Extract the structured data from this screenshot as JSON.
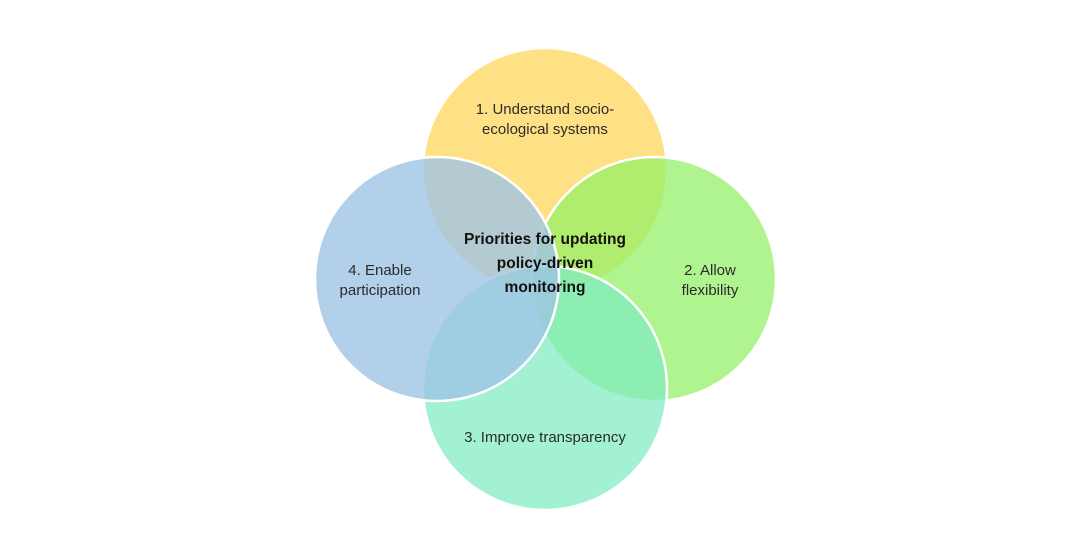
{
  "diagram": {
    "type": "venn",
    "center": {
      "lines": [
        "Priorities for updating",
        "policy-driven",
        "monitoring"
      ]
    },
    "circles": [
      {
        "id": "top",
        "lines": [
          "1. Understand socio-",
          "ecological systems"
        ],
        "color": "#FFD966"
      },
      {
        "id": "right",
        "lines": [
          "2. Allow",
          "flexibility"
        ],
        "color": "#92F064"
      },
      {
        "id": "bottom",
        "lines": [
          "3. Improve transparency"
        ],
        "color": "#7EEBC0"
      },
      {
        "id": "left",
        "lines": [
          "4. Enable",
          "participation"
        ],
        "color": "#9DC3E6"
      }
    ]
  }
}
